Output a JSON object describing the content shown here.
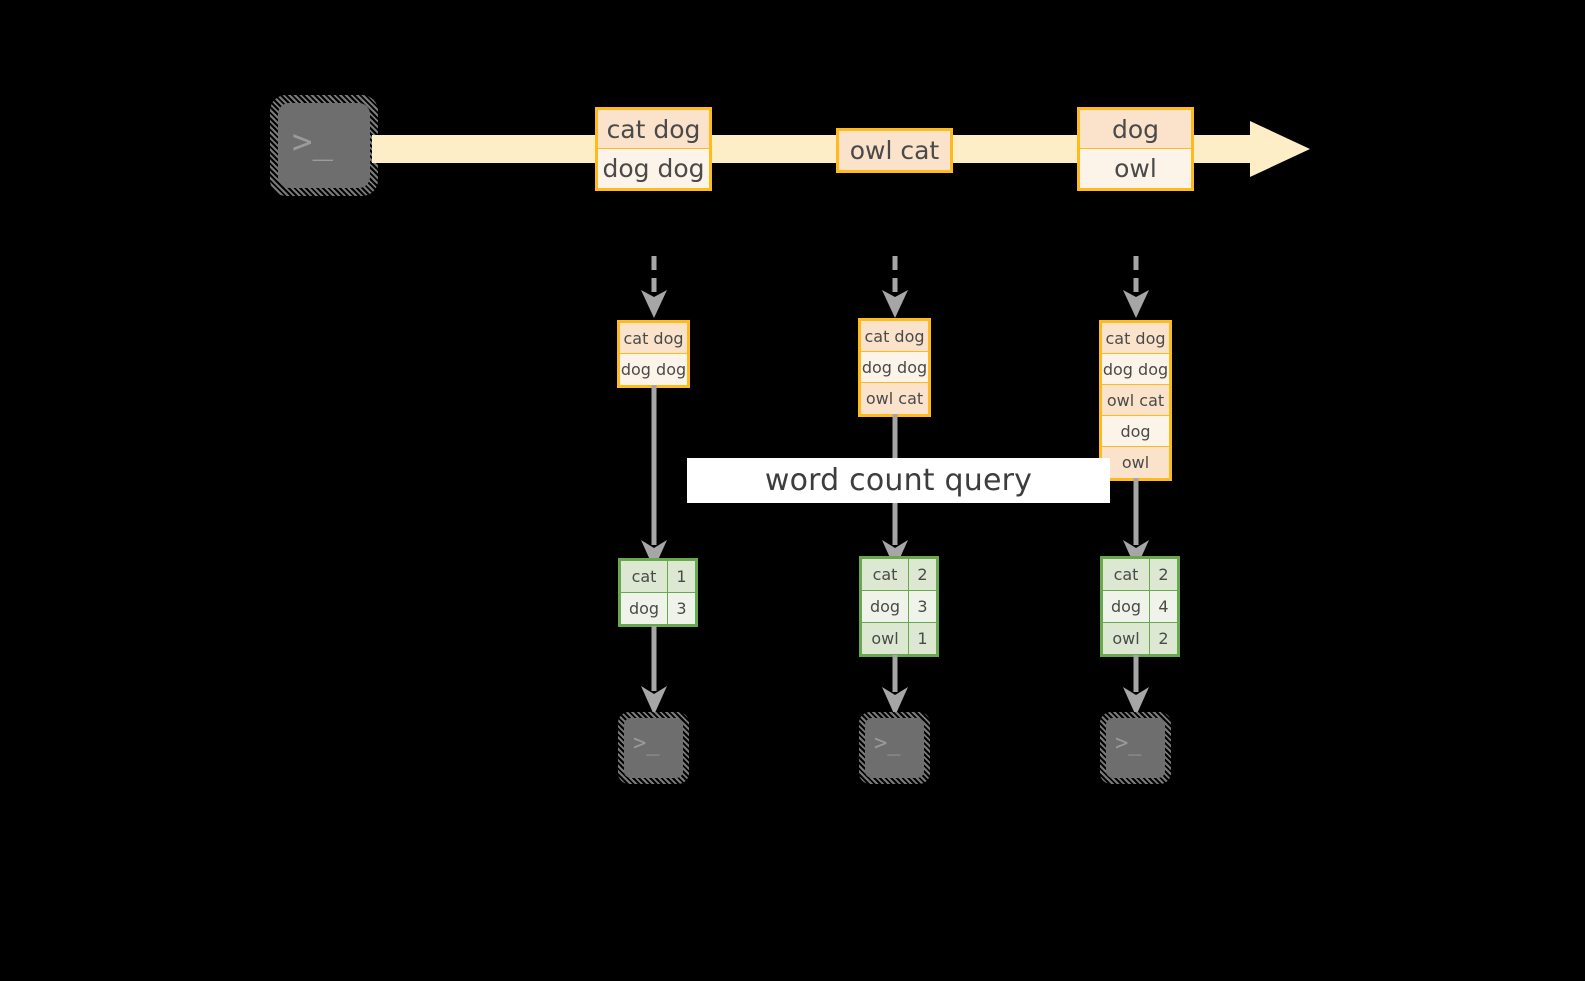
{
  "diagram": {
    "title": "word count query over a message stream",
    "colors": {
      "background": "#000000",
      "stream_fill": "#fdeec8",
      "message_border": "#ffbb1c",
      "message_fill_dark": "#fae3ca",
      "message_fill_light": "#fdf4e9",
      "result_border": "#6aa84f",
      "result_fill_dark": "#dde8d2",
      "result_fill_light": "#eff4ea",
      "arrow_gray": "#a6a6a6",
      "terminal_gray": "#6e6e6e",
      "label_background": "#ffffff",
      "text": "#4a4a4a"
    },
    "query_label": "word count query",
    "source": {
      "icon": "terminal-icon",
      "prompt": ">_"
    },
    "stream": {
      "icon": "stream-arrow-icon",
      "messages": [
        {
          "lines": [
            {
              "text": "cat dog",
              "shade": "dark"
            },
            {
              "text": "dog dog",
              "shade": "light"
            }
          ]
        },
        {
          "lines": [
            {
              "text": "owl cat",
              "shade": "dark"
            }
          ]
        },
        {
          "lines": [
            {
              "text": "dog",
              "shade": "dark"
            },
            {
              "text": "owl",
              "shade": "light"
            }
          ]
        }
      ]
    },
    "columns": [
      {
        "name": "snapshot-1",
        "input": {
          "lines": [
            {
              "text": "cat dog",
              "shade": "dark"
            },
            {
              "text": "dog dog",
              "shade": "light"
            }
          ]
        },
        "result": {
          "rows": [
            {
              "word": "cat",
              "count": "1",
              "shade": "dark"
            },
            {
              "word": "dog",
              "count": "3",
              "shade": "light"
            }
          ]
        },
        "sink": {
          "icon": "terminal-icon",
          "prompt": ">_"
        }
      },
      {
        "name": "snapshot-2",
        "input": {
          "lines": [
            {
              "text": "cat dog",
              "shade": "dark"
            },
            {
              "text": "dog dog",
              "shade": "light"
            },
            {
              "text": "owl cat",
              "shade": "dark"
            }
          ]
        },
        "result": {
          "rows": [
            {
              "word": "cat",
              "count": "2",
              "shade": "dark"
            },
            {
              "word": "dog",
              "count": "3",
              "shade": "light"
            },
            {
              "word": "owl",
              "count": "1",
              "shade": "dark"
            }
          ]
        },
        "sink": {
          "icon": "terminal-icon",
          "prompt": ">_"
        }
      },
      {
        "name": "snapshot-3",
        "input": {
          "lines": [
            {
              "text": "cat dog",
              "shade": "dark"
            },
            {
              "text": "dog dog",
              "shade": "light"
            },
            {
              "text": "owl cat",
              "shade": "dark"
            },
            {
              "text": "dog",
              "shade": "light"
            },
            {
              "text": "owl",
              "shade": "dark"
            }
          ]
        },
        "result": {
          "rows": [
            {
              "word": "cat",
              "count": "2",
              "shade": "dark"
            },
            {
              "word": "dog",
              "count": "4",
              "shade": "light"
            },
            {
              "word": "owl",
              "count": "2",
              "shade": "dark"
            }
          ]
        },
        "sink": {
          "icon": "terminal-icon",
          "prompt": ">_"
        }
      }
    ]
  }
}
